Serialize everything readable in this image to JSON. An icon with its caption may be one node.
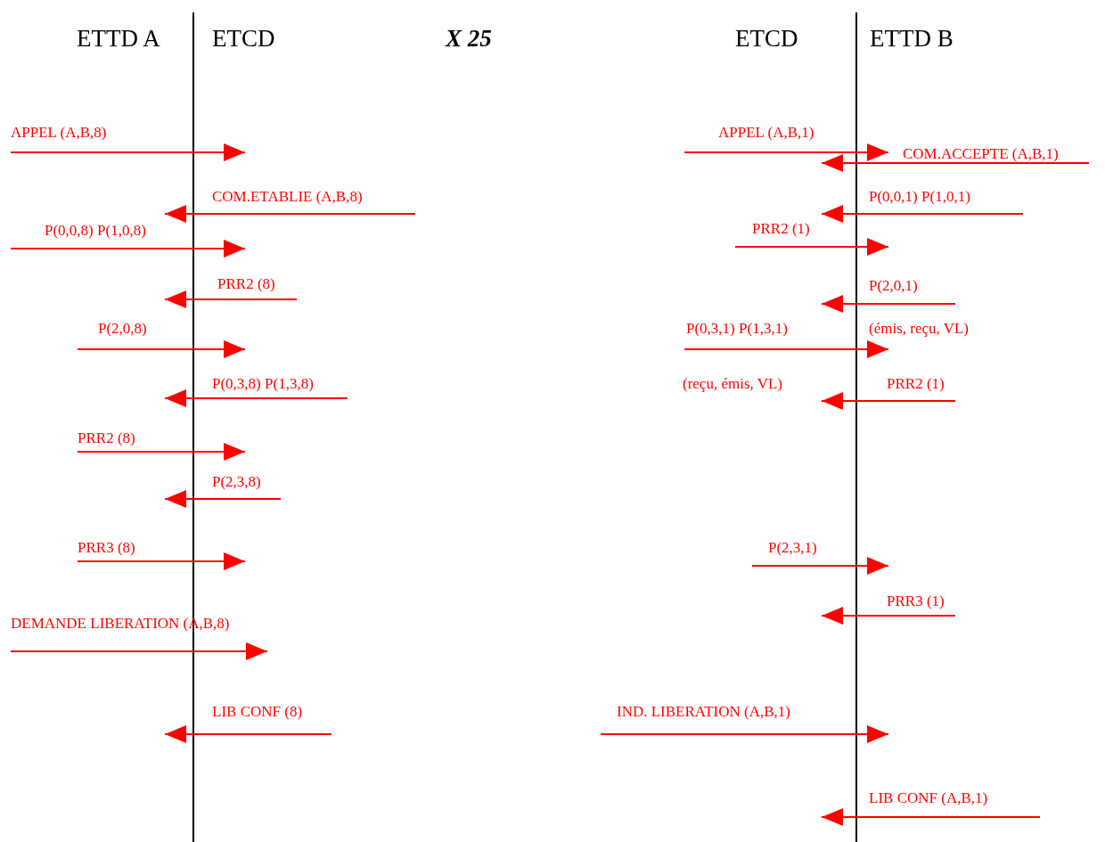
{
  "diagram": {
    "title": "X 25",
    "nodes": [
      {
        "text": [],
        "shape": "bar"
      },
      {
        "text": [],
        "shape": "bar"
      }
    ],
    "edges": [
      {
        "from": null,
        "to": 0,
        "arrow": "to",
        "label": "APPEL (A,B,8)"
      },
      {
        "from": null,
        "to": 0,
        "arrow": "to",
        "label": "COM.ETABLIE (A,B,8)"
      },
      {
        "from": null,
        "to": 0,
        "arrow": "to",
        "label": "P(0,0,8) P(1,0,8)"
      },
      {
        "from": null,
        "to": 0,
        "arrow": "to",
        "label": "PRR2 (8)"
      },
      {
        "from": null,
        "to": 0,
        "arrow": "to",
        "label": "P(2,0,8)"
      },
      {
        "from": null,
        "to": 0,
        "arrow": "to",
        "label": "P(0,3,8) P(1,3,8)"
      },
      {
        "from": null,
        "to": 0,
        "arrow": "to",
        "label": "PRR2 (8)"
      },
      {
        "from": null,
        "to": 0,
        "arrow": "to",
        "label": "P(2,3,8)"
      },
      {
        "from": null,
        "to": 0,
        "arrow": "to",
        "label": "PRR3 (8)"
      },
      {
        "from": null,
        "to": 0,
        "arrow": "to",
        "label": "DEMANDE LIBERATION (A,B,8)"
      },
      {
        "from": null,
        "to": 0,
        "arrow": "to",
        "label": "LIB CONF (8)"
      },
      {
        "from": null,
        "to": 1,
        "arrow": "to",
        "label": "APPEL (A,B,1)"
      },
      {
        "from": null,
        "to": 1,
        "arrow": "to",
        "label": "COM.ACCEPTE (A,B,1)"
      },
      {
        "from": null,
        "to": 1,
        "arrow": "to",
        "label": "P(0,0,1) P(1,0,1)"
      },
      {
        "from": null,
        "to": 1,
        "arrow": "to",
        "label": "PRR2 (1)"
      },
      {
        "from": null,
        "to": 1,
        "arrow": "to",
        "label": "P(2,0,1)"
      },
      {
        "from": null,
        "to": 1,
        "arrow": "to",
        "label": "P(0,3,1) P(1,3,1)"
      },
      {
        "from": null,
        "to": 1,
        "arrow": "to",
        "label": "PRR2 (1)"
      },
      {
        "from": null,
        "to": 1,
        "arrow": "to",
        "label": "P(2,3,1)"
      },
      {
        "from": null,
        "to": 1,
        "arrow": "to",
        "label": "PRR3 (1)"
      },
      {
        "from": null,
        "to": 1,
        "arrow": "to",
        "label": "IND. LIBERATION (A,B,1)"
      },
      {
        "from": null,
        "to": 1,
        "arrow": "to",
        "label": "LIB CONF (A,B,1)"
      }
    ],
    "labels": [
      "ETTD A",
      "ETCD",
      "ETCD",
      "ETTD B",
      "(émis, reçu, VL)",
      "(reçu, émis, VL)"
    ]
  }
}
